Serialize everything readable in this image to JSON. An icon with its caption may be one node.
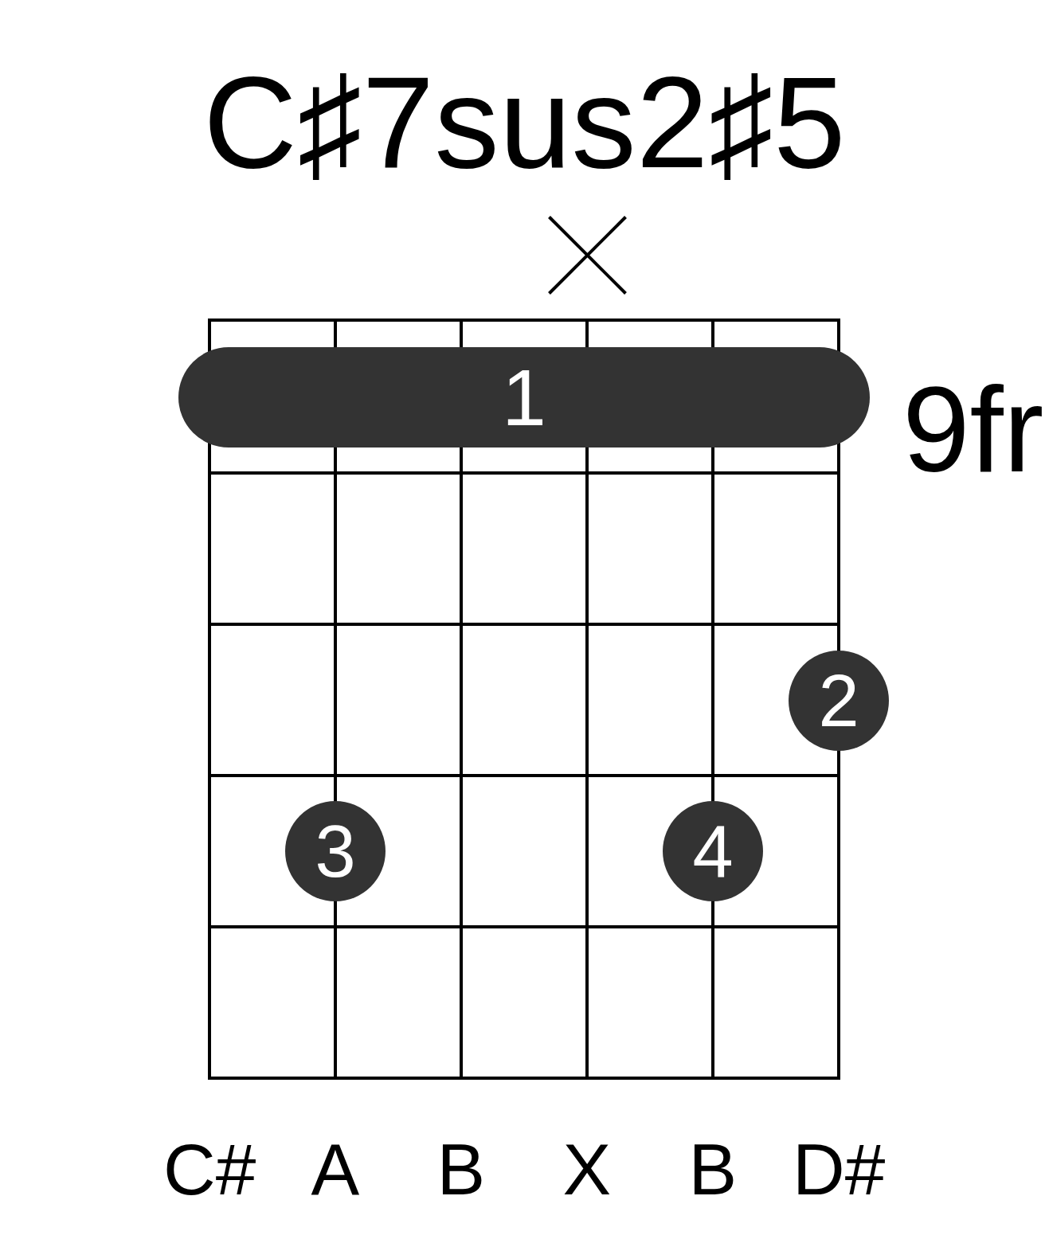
{
  "diagram": {
    "title": "C♯7sus2♯5",
    "nodes": [
      {
        "text": [
          "1"
        ]
      },
      {
        "text": [
          "2"
        ]
      },
      {
        "text": [
          "3"
        ]
      },
      {
        "text": [
          "4"
        ]
      }
    ],
    "labels": [
      "9fr",
      "C#",
      "A",
      "B",
      "X",
      "B",
      "D#"
    ]
  }
}
